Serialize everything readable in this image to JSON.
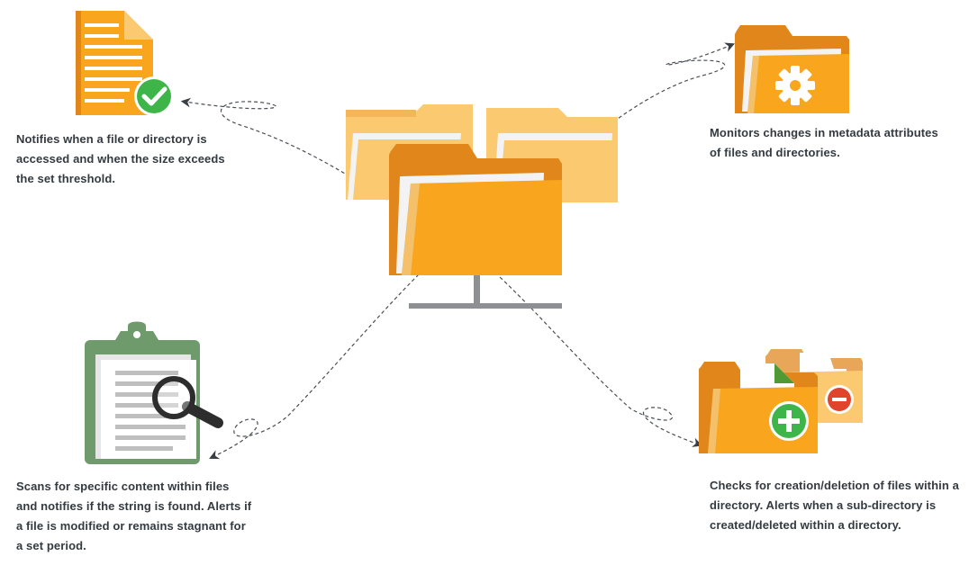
{
  "captions": {
    "file_access": "Notifies when a file or directory is accessed and when the size exceeds the set threshold.",
    "metadata": "Monitors changes in metadata attributes of files and directories.",
    "content_scan": "Scans for specific content within files and notifies if the string is found. Alerts if a file is modified or remains stagnant for a set period.",
    "create_delete": "Checks for creation/deletion of files within a directory. Alerts when a sub-directory is created/deleted within a directory."
  },
  "icons": {
    "center": "network-folders-icon",
    "top_left": "file-checkmark-icon",
    "top_right": "folder-gear-icon",
    "bottom_left": "clipboard-search-icon",
    "bottom_right": "folder-add-remove-icon"
  },
  "colors": {
    "folder_orange": "#f9a51e",
    "folder_dark": "#e0861a",
    "folder_light": "#fbc96f",
    "check_green": "#3db548",
    "clipboard_green": "#6f9a6c",
    "minus_red": "#e0442a",
    "text": "#333a40",
    "dash": "#4a4f55"
  }
}
